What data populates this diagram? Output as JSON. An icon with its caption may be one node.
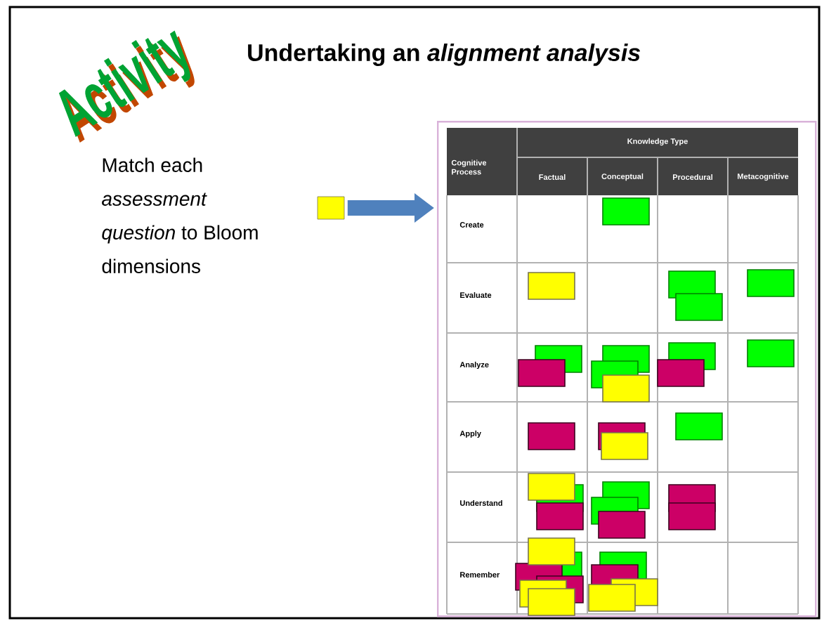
{
  "diagram": {
    "title": "Undertaking an *alignment analysis*",
    "nodes": [
      {
        "text": [
          "Match each *assessment question* to Bloom dimensions"
        ]
      },
      {
        "text": [],
        "shape": "box"
      }
    ],
    "edges": [
      {
        "from": 0,
        "to": 1,
        "arrow": "to"
      }
    ],
    "labels": [
      "Activity",
      "Knowledge Type",
      "Cognitive Process",
      "Factual",
      "Conceptual",
      "Procedural",
      "Metacognitive",
      "Create",
      "Evaluate",
      "Analyze",
      "Apply",
      "Understand",
      "Remember"
    ]
  }
}
